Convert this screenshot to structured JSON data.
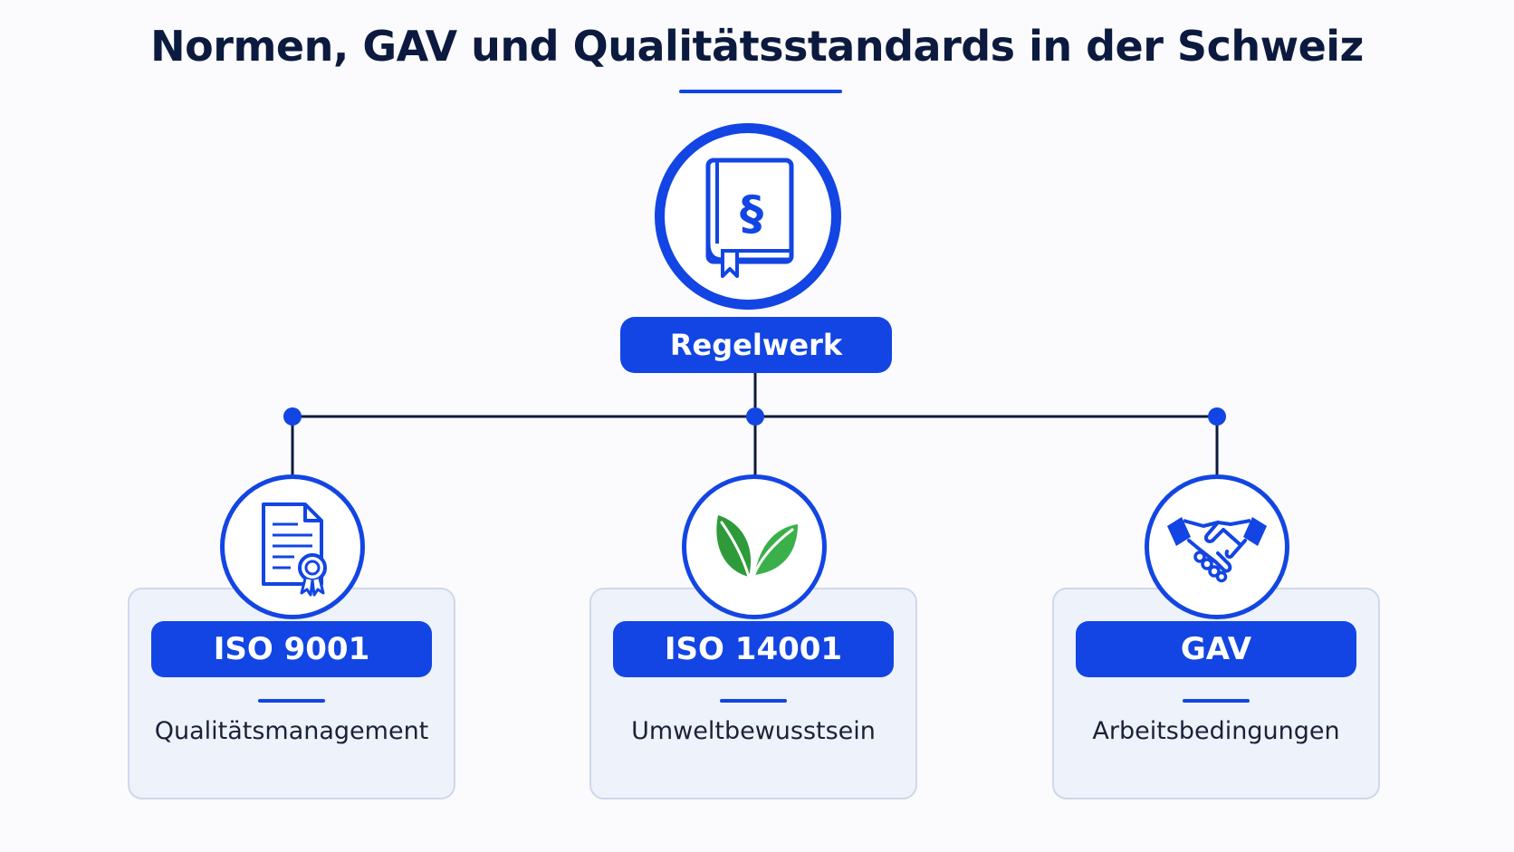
{
  "title": "Normen, GAV und Qualitätsstandards in der Schweiz",
  "colors": {
    "primary": "#1245e3",
    "title_text": "#0b1a3e",
    "connector": "#0b1a3e",
    "card_background": "#eef2fa",
    "leaf_green": "#2e9a3a"
  },
  "root": {
    "label": "Regelwerk",
    "icon": "law-book-paragraph-icon",
    "symbol": "§"
  },
  "nodes": [
    {
      "label": "ISO 9001",
      "description": "Qualitätsmanagement",
      "icon": "certificate-document-icon"
    },
    {
      "label": "ISO 14001",
      "description": "Umweltbewusstsein",
      "icon": "leaves-icon"
    },
    {
      "label": "GAV",
      "description": "Arbeitsbedingungen",
      "icon": "handshake-icon"
    }
  ]
}
